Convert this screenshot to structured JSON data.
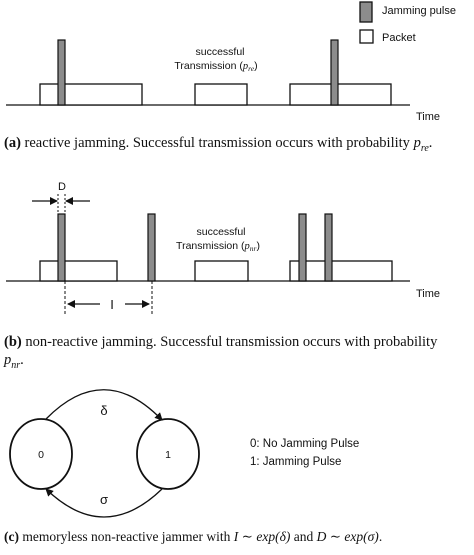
{
  "legend": {
    "jamming_pulse": "Jamming pulse",
    "packet": "Packet"
  },
  "axis_label": "Time",
  "panel_a": {
    "annotation_line1": "successful",
    "annotation_line2": "Transmission (",
    "annotation_sym": "p",
    "annotation_sub": "re",
    "annotation_close": ")",
    "caption_tag": "(a)",
    "caption_text": " reactive jamming. Successful transmission occurs with probability ",
    "caption_sym": "p",
    "caption_sub": "re",
    "caption_end": "."
  },
  "panel_b": {
    "d_label": "D",
    "i_label": "I",
    "annotation_line1": "successful",
    "annotation_line2": "Transmission (",
    "annotation_sym": "p",
    "annotation_sub": "nr",
    "annotation_close": ")",
    "caption_tag": "(b)",
    "caption_text": " non-reactive jamming. Successful transmission occurs with probability",
    "caption_sym": "p",
    "caption_sub": "nr",
    "caption_end": "."
  },
  "panel_c": {
    "state0": "0",
    "state1": "1",
    "delta": "δ",
    "sigma": "σ",
    "legend_line1": "0: No Jamming Pulse",
    "legend_line2": "1: Jamming Pulse",
    "caption_tag": "(c)",
    "caption_text1": " memoryless non-reactive jammer with ",
    "caption_expr1": "I ∼ exp(δ)",
    "caption_and": " and ",
    "caption_expr2": "D ∼ exp(σ)",
    "caption_end": "."
  },
  "colors": {
    "jamming_fill": "#8c8c8c",
    "stroke": "#111111",
    "background": "#ffffff"
  }
}
